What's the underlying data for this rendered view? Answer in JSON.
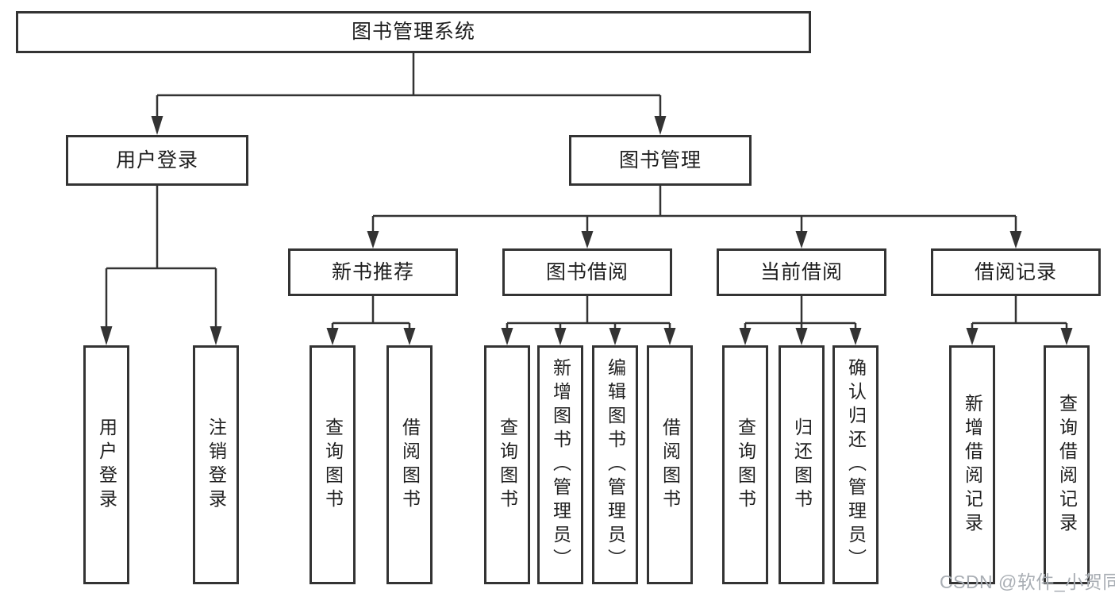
{
  "diagram": {
    "type": "tree",
    "root": {
      "label": "图书管理系统",
      "children": [
        {
          "label": "用户登录",
          "children": [
            {
              "label": "用户登录"
            },
            {
              "label": "注销登录"
            }
          ]
        },
        {
          "label": "图书管理",
          "children": [
            {
              "label": "新书推荐",
              "children": [
                {
                  "label": "查询图书"
                },
                {
                  "label": "借阅图书"
                }
              ]
            },
            {
              "label": "图书借阅",
              "children": [
                {
                  "label": "查询图书"
                },
                {
                  "label": "新增图书（管理员）"
                },
                {
                  "label": "编辑图书（管理员）"
                },
                {
                  "label": "借阅图书"
                }
              ]
            },
            {
              "label": "当前借阅",
              "children": [
                {
                  "label": "查询图书"
                },
                {
                  "label": "归还图书"
                },
                {
                  "label": "确认归还（管理员）"
                }
              ]
            },
            {
              "label": "借阅记录",
              "children": [
                {
                  "label": "新增借阅记录"
                },
                {
                  "label": "查询借阅记录"
                }
              ]
            }
          ]
        }
      ]
    },
    "colors": {
      "line": "#333333",
      "text": "#1f1f1f",
      "background": "#ffffff",
      "watermark": "#a9aeb4"
    }
  },
  "watermark": {
    "text": "CSDN @软件_小贺同学"
  }
}
